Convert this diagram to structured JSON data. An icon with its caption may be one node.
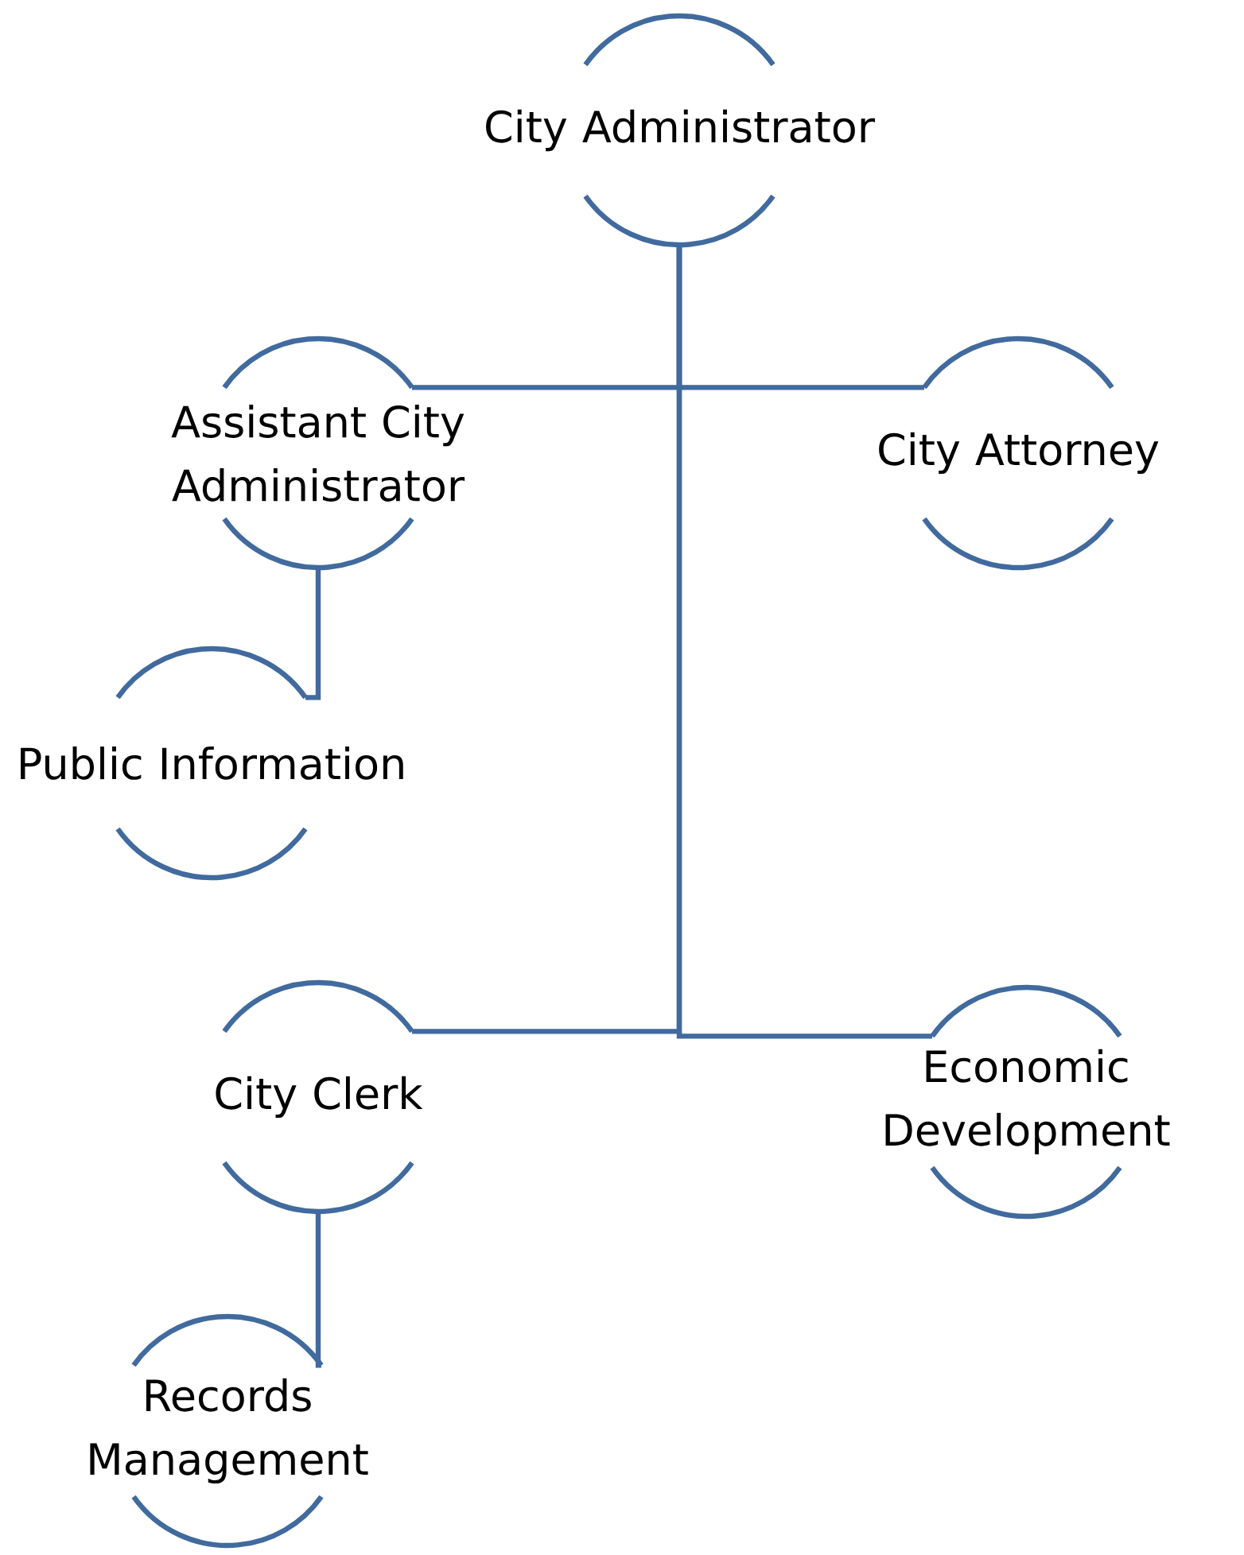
{
  "diagram": {
    "nodes": [
      {
        "text": [
          "City Administrator"
        ]
      },
      {
        "text": [
          "Assistant City Administrator"
        ]
      },
      {
        "text": [
          "City Attorney"
        ]
      },
      {
        "text": [
          "Public Information"
        ]
      },
      {
        "text": [
          "City Clerk"
        ]
      },
      {
        "text": [
          "Economic Development"
        ]
      },
      {
        "text": [
          "Records Management"
        ]
      }
    ],
    "edges": [
      {
        "from": 0,
        "to": 1,
        "arrow": "none"
      },
      {
        "from": 0,
        "to": 2,
        "arrow": "none"
      },
      {
        "from": 0,
        "to": 4,
        "arrow": "none"
      },
      {
        "from": 0,
        "to": 5,
        "arrow": "none"
      },
      {
        "from": 1,
        "to": 3,
        "arrow": "none"
      },
      {
        "from": 4,
        "to": 6,
        "arrow": "none"
      }
    ]
  }
}
